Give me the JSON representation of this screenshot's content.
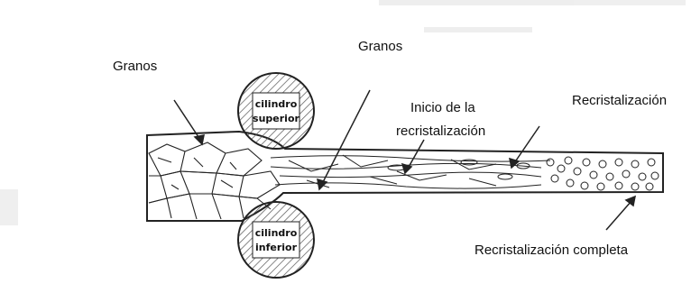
{
  "labels": {
    "granos_left": "Granos",
    "granos_top": "Granos",
    "inicio_line1": "Inicio de la",
    "inicio_line2": "recristalización",
    "recristalizacion": "Recristalización",
    "completa": "Recristalización completa"
  },
  "rollers": {
    "upper_line1": "cilindro",
    "upper_line2": "superior",
    "lower_line1": "cilindro",
    "lower_line2": "inferior"
  },
  "colors": {
    "ink": "#222222",
    "background": "#ffffff",
    "roller_fill": "#e6e6e6"
  }
}
